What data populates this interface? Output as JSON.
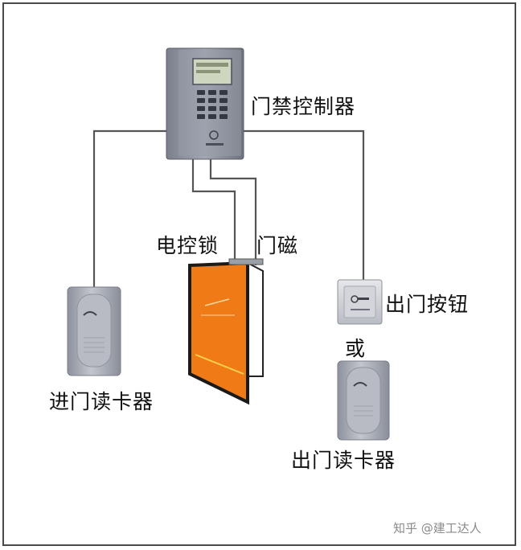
{
  "labels": {
    "controller": "门禁控制器",
    "electric_lock": "电控锁",
    "door_magnet": "门磁",
    "exit_button": "出门按钮",
    "or": "或",
    "entry_reader": "进门读卡器",
    "exit_reader": "出门读卡器"
  },
  "watermark": "知乎 @建工达人",
  "colors": {
    "wire": "#555555",
    "device_body": "#a7abb6",
    "controller_body": "#8f93a0",
    "door_fill": "#f07a16",
    "door_stripe": "#ffd24d",
    "frame_border": "#4a4a4a"
  }
}
